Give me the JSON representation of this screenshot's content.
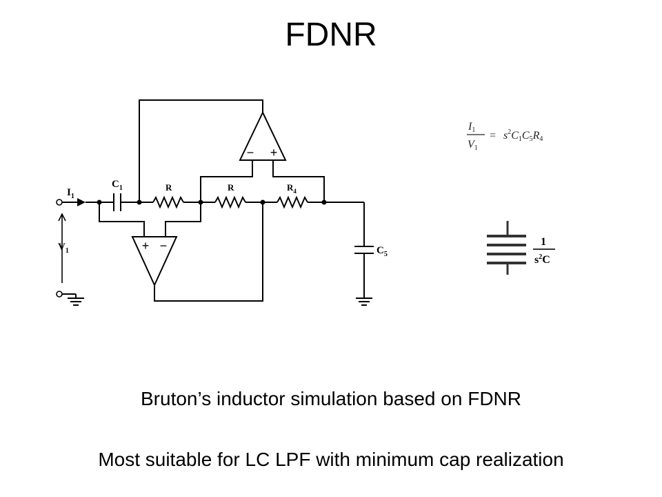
{
  "slide": {
    "title": "FDNR",
    "caption_1": "Bruton’s inductor simulation based on FDNR",
    "caption_2": "Most suitable for LC LPF with minimum cap realization"
  },
  "circuit": {
    "current_label": "I",
    "current_sub": "1",
    "voltage_label": "V",
    "voltage_sub": "1",
    "c1_label": "C",
    "c1_sub": "1",
    "r_label_a": "R",
    "r_label_b": "R",
    "r4_label": "R",
    "r4_sub": "4",
    "c5_label": "C",
    "c5_sub": "5",
    "opamp_top_minus": "−",
    "opamp_top_plus": "+",
    "opamp_bottom_plus": "+",
    "opamp_bottom_minus": "−"
  },
  "equation": {
    "numerator": "I",
    "numerator_sub": "1",
    "denominator": "V",
    "denominator_sub": "1",
    "equals": "=",
    "rhs_s": "s",
    "rhs_exp": "2",
    "rhs_c": "C",
    "rhs_c1_sub": "1",
    "rhs_c5": "C",
    "rhs_c5_sub": "5",
    "rhs_r": "R",
    "rhs_r_sub": "4"
  },
  "fdnr_symbol": {
    "numerator": "1",
    "denominator_s": "s",
    "denominator_exp": "2",
    "denominator_c": "C"
  },
  "colors": {
    "ink": "#000000",
    "background": "#ffffff"
  }
}
